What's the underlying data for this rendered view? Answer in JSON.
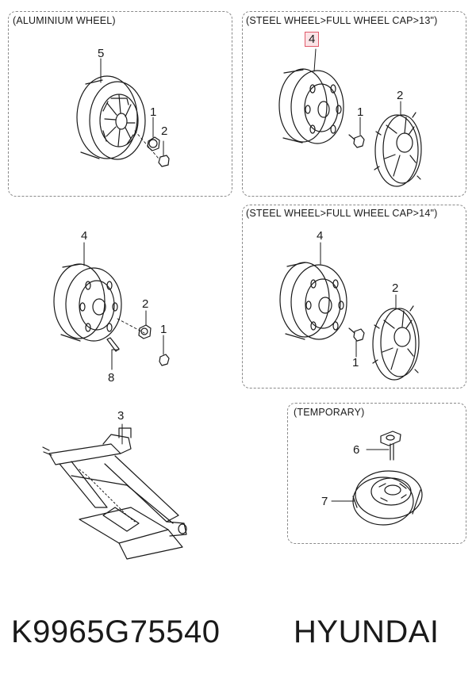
{
  "panels": {
    "aluminium": {
      "title": "(ALUMINIUM WHEEL)"
    },
    "steel13": {
      "title": "(STEEL WHEEL>FULL WHEEL CAP>13\")"
    },
    "steel14": {
      "title": "(STEEL WHEEL>FULL WHEEL CAP>14\")"
    },
    "temporary": {
      "title": "(TEMPORARY)"
    }
  },
  "callouts": {
    "alu_wheel": "5",
    "alu_nut": "1",
    "alu_cap": "2",
    "s13_wheel": "4",
    "s13_nut": "1",
    "s13_cap": "2",
    "std_wheel": "4",
    "std_cap": "2",
    "std_nut": "1",
    "std_valve": "8",
    "s14_wheel": "4",
    "s14_cap": "2",
    "s14_nut": "1",
    "jack": "3",
    "tmp_bolt": "6",
    "tmp_wheel": "7"
  },
  "footer": {
    "part_number": "K9965G75540",
    "brand": "HYUNDAI"
  },
  "colors": {
    "line": "#1a1a1a",
    "highlight_border": "#e05a6a",
    "highlight_fill": "#fbe3e6",
    "panel_border": "#8a8a8a"
  }
}
